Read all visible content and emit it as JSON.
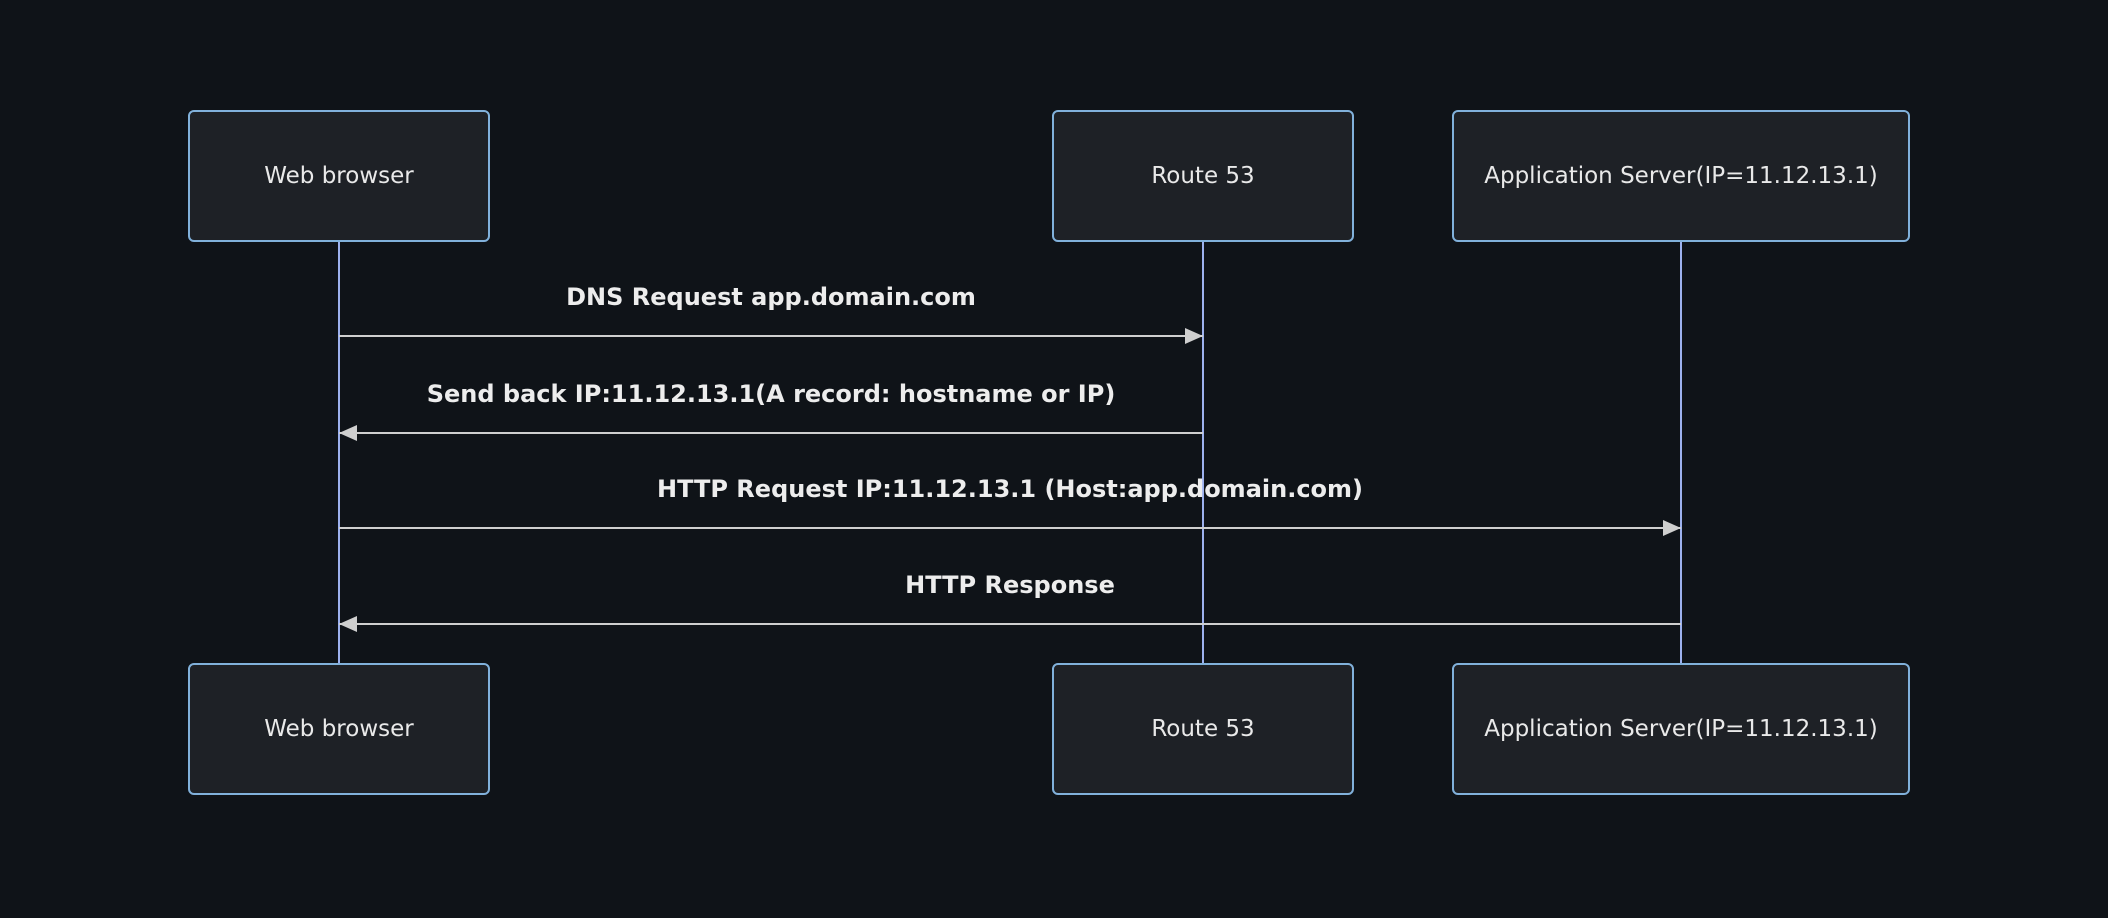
{
  "diagram": {
    "type": "sequence",
    "actors": [
      {
        "id": "web-browser",
        "label": "Web browser"
      },
      {
        "id": "route53",
        "label": "Route 53"
      },
      {
        "id": "app-server",
        "label": "Application Server(IP=11.12.13.1)"
      }
    ],
    "messages": [
      {
        "from": "web-browser",
        "to": "route53",
        "direction": "right",
        "label": "DNS Request app.domain.com"
      },
      {
        "from": "route53",
        "to": "web-browser",
        "direction": "left",
        "label": "Send back IP:11.12.13.1(A record: hostname or IP)"
      },
      {
        "from": "web-browser",
        "to": "app-server",
        "direction": "right",
        "label": "HTTP Request IP:11.12.13.1 (Host:app.domain.com)"
      },
      {
        "from": "app-server",
        "to": "web-browser",
        "direction": "left",
        "label": "HTTP Response"
      }
    ],
    "colors": {
      "background": "#0f1318",
      "actor_fill": "#1e2126",
      "actor_border": "#81b1db",
      "lifeline": "#9db1ee",
      "message_line": "#cfcfcf",
      "text": "#ededed"
    }
  }
}
